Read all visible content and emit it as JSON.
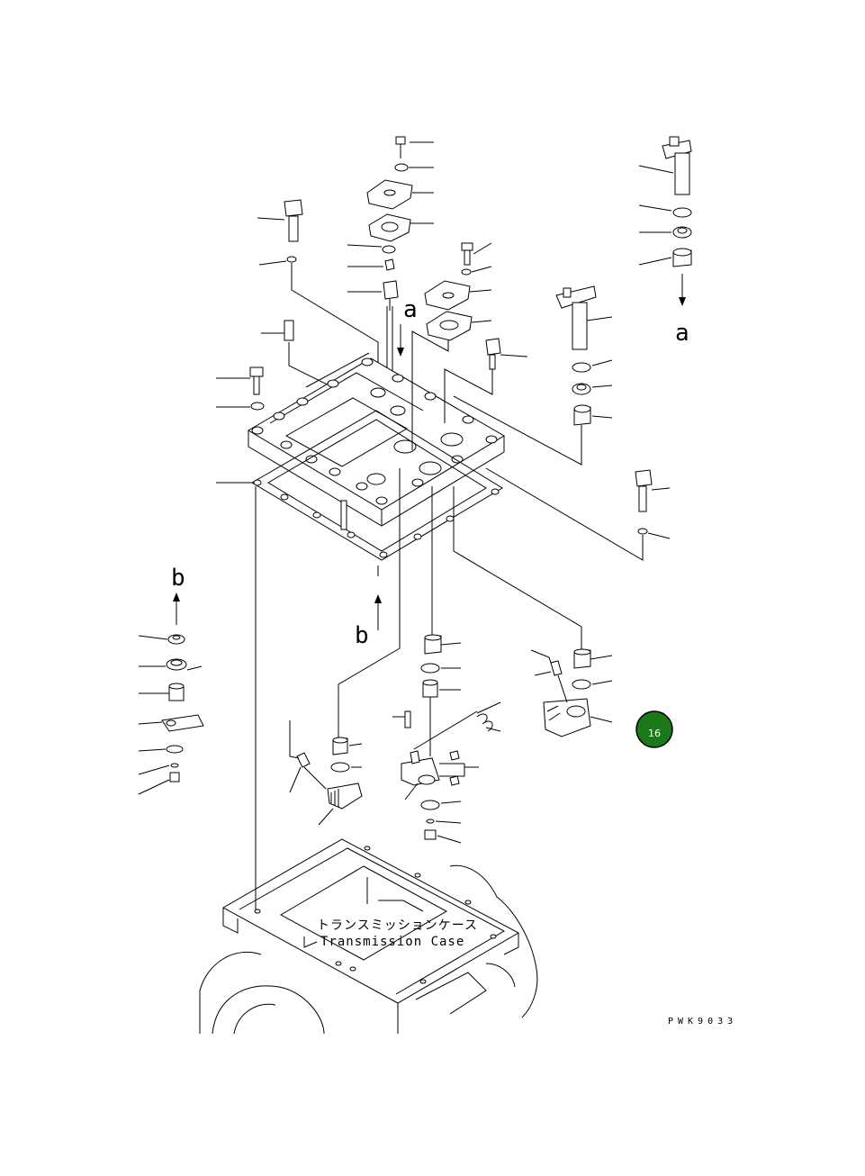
{
  "diagram": {
    "markers": {
      "a_top": "a",
      "a_right": "a",
      "b_left": "b",
      "b_lower": "b"
    },
    "case_label": {
      "japanese": "トランスミッションケース",
      "english": "Transmission Case"
    },
    "drawing_code": "PWK9033",
    "page_badge": {
      "number": "16",
      "color": "#1a7a1a"
    }
  }
}
